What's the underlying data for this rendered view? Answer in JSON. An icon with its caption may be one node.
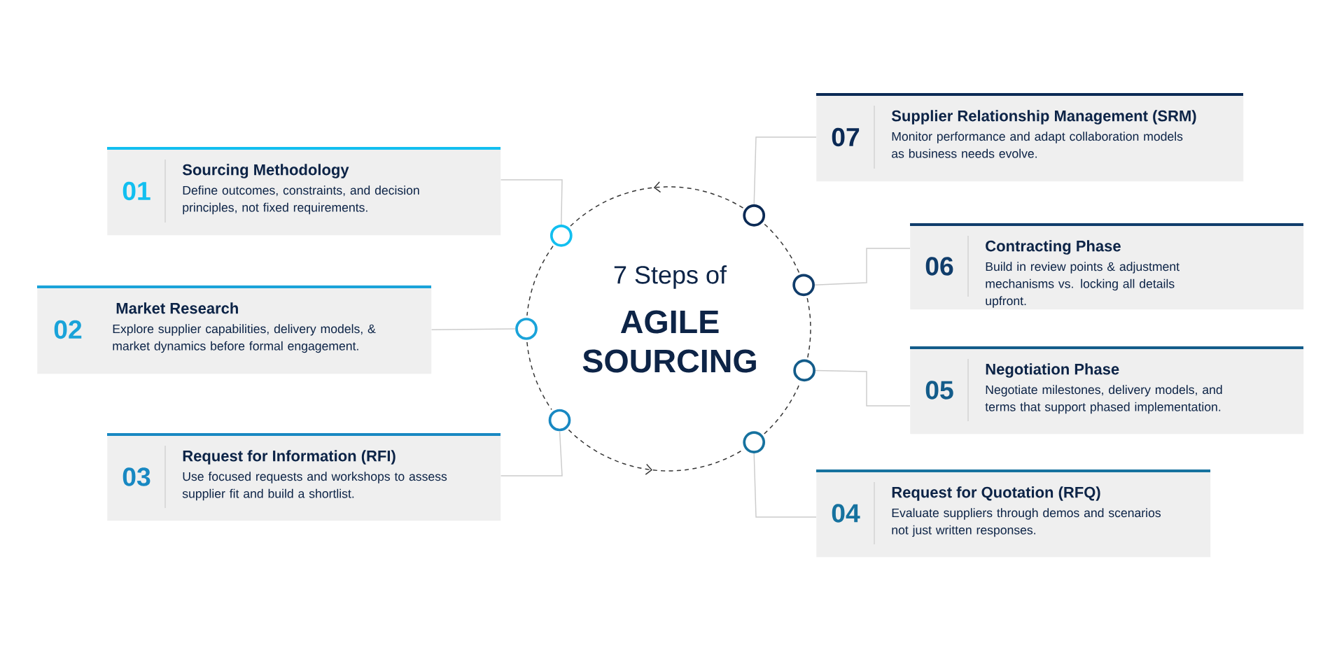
{
  "diagram": {
    "title": "7 Steps of",
    "nodes": [
      {
        "text": [
          "01",
          "Sourcing Methodology",
          "Define outcomes, constraints, and decision principles, not fixed requirements."
        ]
      },
      {
        "text": [
          "02",
          "Market Research",
          "Explore supplier capabilities, delivery models, & market dynamics before formal engagement."
        ]
      },
      {
        "text": [
          "03",
          "Request for Information (RFI)",
          "Use focused requests and workshops to assess supplier fit and build a shortlist."
        ]
      },
      {
        "text": [
          "04",
          "Request for Quotation (RFQ)",
          "Evaluate suppliers through demos and scenarios not just written responses."
        ]
      },
      {
        "text": [
          "05",
          "Negotiation Phase",
          "Negotiate milestones, delivery models, and terms that support phased implementation."
        ]
      },
      {
        "text": [
          "06",
          "Contracting Phase",
          "Build in review points & adjustment mechanisms vs. locking all details upfront."
        ]
      },
      {
        "text": [
          "07",
          "Supplier Relationship Management (SRM)",
          "Monitor performance and adapt collaboration models as business needs evolve."
        ]
      },
      {
        "text": [],
        "shape": "circle"
      },
      {
        "text": [],
        "shape": "circle"
      },
      {
        "text": [],
        "shape": "circle"
      },
      {
        "text": [],
        "shape": "circle"
      },
      {
        "text": [],
        "shape": "circle"
      },
      {
        "text": [],
        "shape": "circle"
      },
      {
        "text": [],
        "shape": "circle"
      }
    ],
    "edges": [
      {
        "from": 0,
        "to": 7,
        "arrow": "none"
      },
      {
        "from": 1,
        "to": 8,
        "arrow": "none"
      },
      {
        "from": 2,
        "to": 9,
        "arrow": "none"
      },
      {
        "from": 3,
        "to": 10,
        "arrow": "none"
      },
      {
        "from": 4,
        "to": 11,
        "arrow": "none"
      },
      {
        "from": 5,
        "to": 12,
        "arrow": "none"
      },
      {
        "from": 6,
        "to": 13,
        "arrow": "none"
      },
      {
        "from": 7,
        "to": 8,
        "arrow": "none",
        "style": "dashed",
        "color": "#333333"
      },
      {
        "from": 8,
        "to": 9,
        "arrow": "none",
        "style": "dashed",
        "color": "#333333"
      },
      {
        "from": 9,
        "to": 10,
        "arrow": "to",
        "style": "dashed",
        "color": "#333333"
      },
      {
        "from": 10,
        "to": 11,
        "arrow": "none",
        "style": "dashed",
        "color": "#333333"
      },
      {
        "from": 11,
        "to": 12,
        "arrow": "none",
        "style": "dashed",
        "color": "#333333"
      },
      {
        "from": 12,
        "to": 13,
        "arrow": "none",
        "style": "dashed",
        "color": "#333333"
      },
      {
        "from": 13,
        "to": 7,
        "arrow": "to",
        "style": "dashed",
        "color": "#333333"
      }
    ],
    "labels": [
      "AGILE SOURCING"
    ]
  }
}
